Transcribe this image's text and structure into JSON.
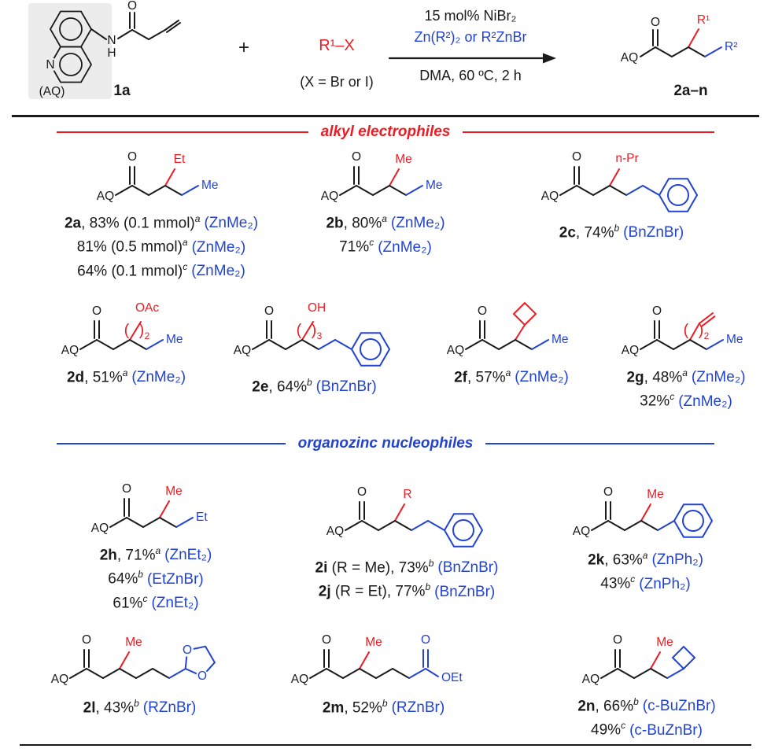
{
  "colors": {
    "red": "#ed1b24",
    "blue": "#2243d1",
    "graybox": "#ececec"
  },
  "labels": {
    "AQ": "AQ",
    "O": "O",
    "N": "N",
    "H": "H",
    "Me": "Me",
    "Et": "Et",
    "nPr": "n-Pr",
    "R": "R",
    "R1": "R¹",
    "R2": "R²",
    "OAc": "OAc",
    "OH": "OH",
    "OEt": "OEt",
    "paren_open": "(",
    "paren_close": ")",
    "sub2": "2",
    "sub3": "3"
  },
  "scheme": {
    "reactant_id": "1a",
    "aq_tag": "(AQ)",
    "plus": "+",
    "electrophile": "R¹–X",
    "halide_note": "(X = Br or I)",
    "cond_catalyst": "15 mol% NiBr₂",
    "cond_zinc": "Zn(R²)₂ or R²ZnBr",
    "cond_solvent": "DMA, 60 ºC, 2 h",
    "product_id": "2a–n"
  },
  "sections": {
    "electrophiles": {
      "title": "alkyl electrophiles"
    },
    "nucleophiles": {
      "title": "organozinc nucleophiles"
    }
  },
  "products": {
    "2a": {
      "lines": [
        {
          "id": "2a",
          "main": ", 83% (0.1 mmol)",
          "sup": "a",
          "reagent": "(ZnMe₂)"
        },
        {
          "id": "",
          "main": "81% (0.5 mmol)",
          "sup": "a",
          "reagent": "(ZnMe₂)"
        },
        {
          "id": "",
          "main": "64% (0.1 mmol)",
          "sup": "c",
          "reagent": "(ZnMe₂)"
        }
      ]
    },
    "2b": {
      "lines": [
        {
          "id": "2b",
          "main": ", 80%",
          "sup": "a",
          "reagent": "(ZnMe₂)"
        },
        {
          "id": "",
          "main": "71%",
          "sup": "c",
          "reagent": "(ZnMe₂)"
        }
      ]
    },
    "2c": {
      "lines": [
        {
          "id": "2c",
          "main": ", 74%",
          "sup": "b",
          "reagent": "(BnZnBr)"
        }
      ]
    },
    "2d": {
      "lines": [
        {
          "id": "2d",
          "main": ", 51%",
          "sup": "a",
          "reagent": "(ZnMe₂)"
        }
      ]
    },
    "2e": {
      "lines": [
        {
          "id": "2e",
          "main": ", 64%",
          "sup": "b",
          "reagent": "(BnZnBr)"
        }
      ]
    },
    "2f": {
      "lines": [
        {
          "id": "2f",
          "main": ", 57%",
          "sup": "a",
          "reagent": "(ZnMe₂)"
        }
      ]
    },
    "2g": {
      "lines": [
        {
          "id": "2g",
          "main": ", 48%",
          "sup": "a",
          "reagent": "(ZnMe₂)"
        },
        {
          "id": "",
          "main": "32%",
          "sup": "c",
          "reagent": "(ZnMe₂)"
        }
      ]
    },
    "2h": {
      "lines": [
        {
          "id": "2h",
          "main": ", 71%",
          "sup": "a",
          "reagent": "(ZnEt₂)"
        },
        {
          "id": "",
          "main": "64%",
          "sup": "b",
          "reagent": "(EtZnBr)"
        },
        {
          "id": "",
          "main": "61%",
          "sup": "c",
          "reagent": "(ZnEt₂)"
        }
      ]
    },
    "2i": {
      "lines": [
        {
          "id": "2i",
          "main": " (R = Me), 73%",
          "sup": "b",
          "reagent": "(BnZnBr)"
        },
        {
          "id": "2j",
          "main": " (R = Et), 77%",
          "sup": "b",
          "reagent": "(BnZnBr)"
        }
      ]
    },
    "2k": {
      "lines": [
        {
          "id": "2k",
          "main": ", 63%",
          "sup": "a",
          "reagent": "(ZnPh₂)"
        },
        {
          "id": "",
          "main": "43%",
          "sup": "c",
          "reagent": "(ZnPh₂)"
        }
      ]
    },
    "2l": {
      "lines": [
        {
          "id": "2l",
          "main": ", 43%",
          "sup": "b",
          "reagent": "(RZnBr)"
        }
      ]
    },
    "2m": {
      "lines": [
        {
          "id": "2m",
          "main": ", 52%",
          "sup": "b",
          "reagent": "(RZnBr)"
        }
      ]
    },
    "2n": {
      "lines": [
        {
          "id": "2n",
          "main": ", 66%",
          "sup": "b",
          "reagent": "(c-BuZnBr)"
        },
        {
          "id": "",
          "main": "49%",
          "sup": "c",
          "reagent": "(c-BuZnBr)"
        }
      ]
    }
  }
}
